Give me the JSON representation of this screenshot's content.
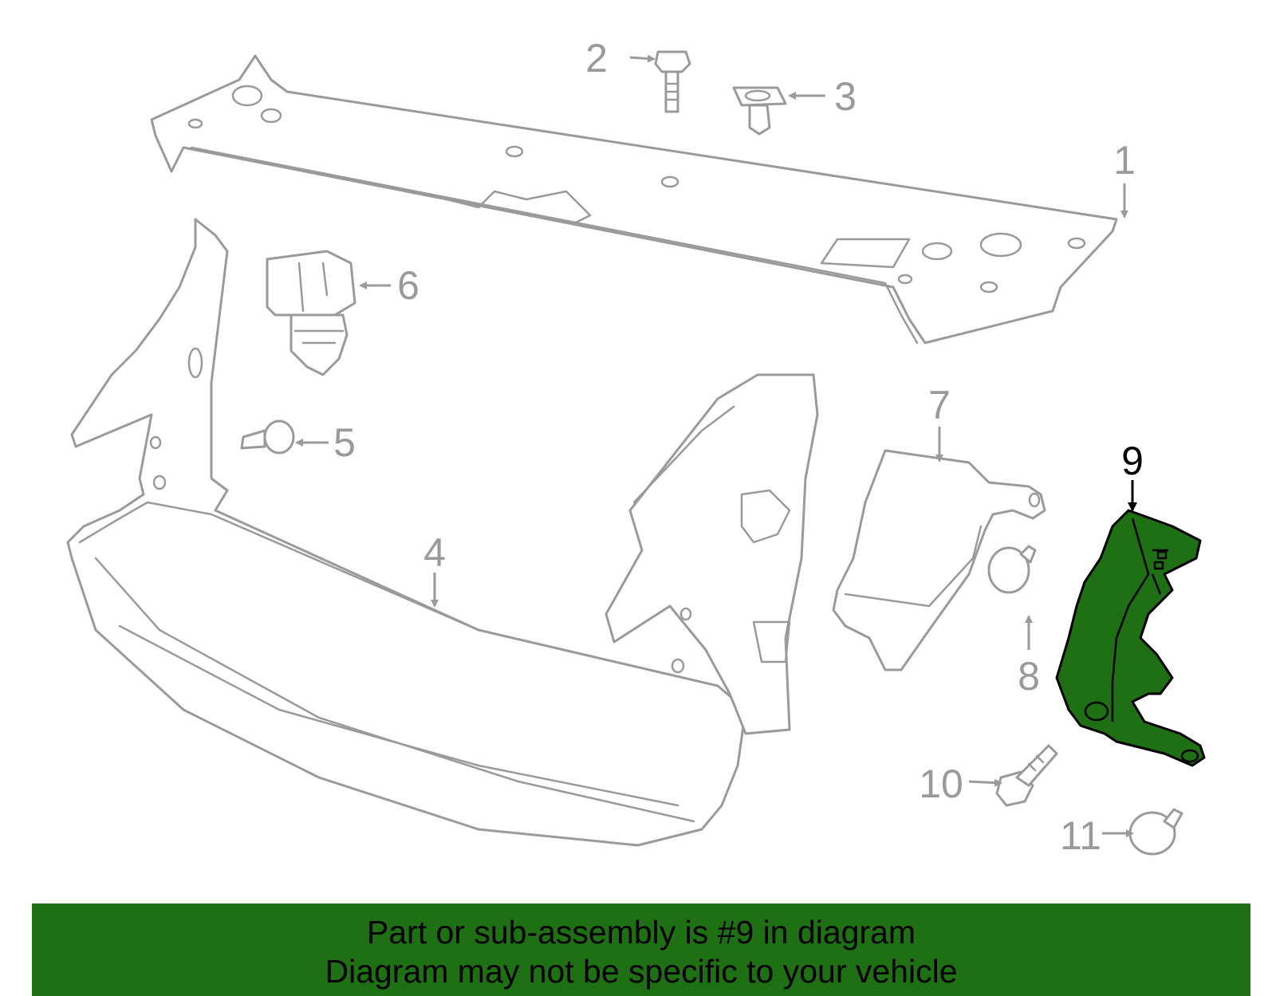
{
  "highlight_color": "#1f6f14",
  "part_color": "#9a9a9a",
  "callouts": [
    "1",
    "2",
    "3",
    "4",
    "5",
    "6",
    "7",
    "8",
    "9",
    "10",
    "11"
  ],
  "highlighted_callout": "9",
  "banner": {
    "line1": "Part or sub-assembly is #9 in diagram",
    "line2": "Diagram may not be specific to your vehicle"
  }
}
